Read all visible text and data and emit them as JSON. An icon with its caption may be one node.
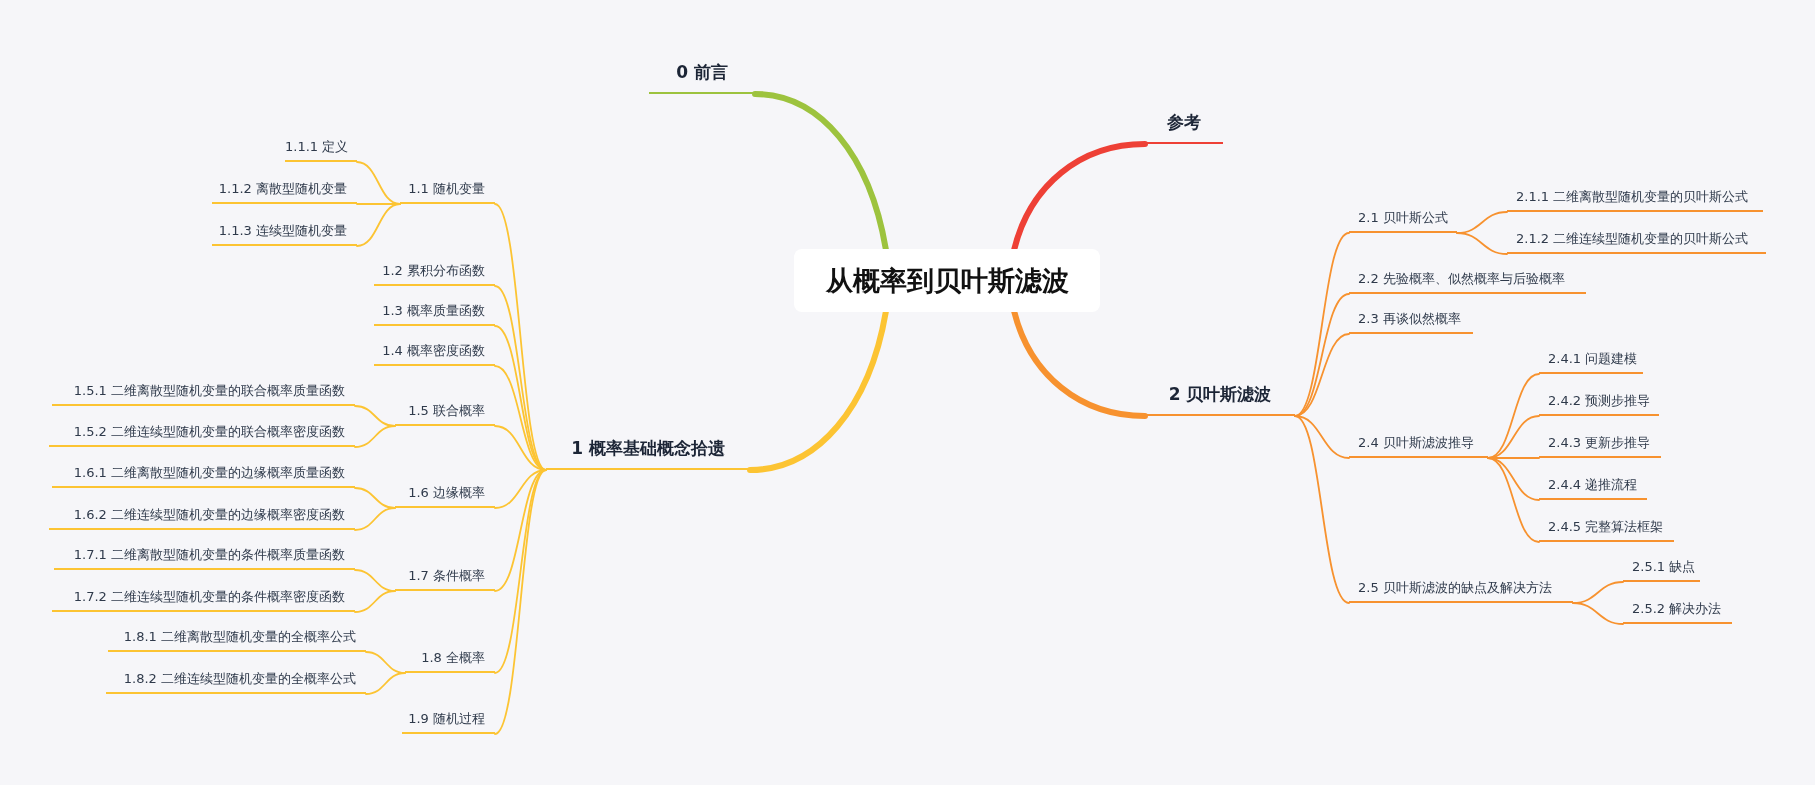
{
  "diagram": {
    "nodes": [
      {
        "text": [
          "从概率到贝叶斯滤波"
        ]
      },
      {
        "text": [
          "0 前言"
        ]
      },
      {
        "text": [
          "1 概率基础概念拾遗"
        ]
      },
      {
        "text": [
          "1.1 随机变量"
        ]
      },
      {
        "text": [
          "1.1.1 定义"
        ]
      },
      {
        "text": [
          "1.1.2 离散型随机变量"
        ]
      },
      {
        "text": [
          "1.1.3 连续型随机变量"
        ]
      },
      {
        "text": [
          "1.2 累积分布函数"
        ]
      },
      {
        "text": [
          "1.3 概率质量函数"
        ]
      },
      {
        "text": [
          "1.4 概率密度函数"
        ]
      },
      {
        "text": [
          "1.5 联合概率"
        ]
      },
      {
        "text": [
          "1.5.1 二维离散型随机变量的联合概率质量函数"
        ]
      },
      {
        "text": [
          "1.5.2 二维连续型随机变量的联合概率密度函数"
        ]
      },
      {
        "text": [
          "1.6 边缘概率"
        ]
      },
      {
        "text": [
          "1.6.1 二维离散型随机变量的边缘概率质量函数"
        ]
      },
      {
        "text": [
          "1.6.2 二维连续型随机变量的边缘概率密度函数"
        ]
      },
      {
        "text": [
          "1.7 条件概率"
        ]
      },
      {
        "text": [
          "1.7.1 二维离散型随机变量的条件概率质量函数"
        ]
      },
      {
        "text": [
          "1.7.2 二维连续型随机变量的条件概率密度函数"
        ]
      },
      {
        "text": [
          "1.8 全概率"
        ]
      },
      {
        "text": [
          "1.8.1 二维离散型随机变量的全概率公式"
        ]
      },
      {
        "text": [
          "1.8.2 二维连续型随机变量的全概率公式"
        ]
      },
      {
        "text": [
          "1.9 随机过程"
        ]
      },
      {
        "text": [
          "参考"
        ]
      },
      {
        "text": [
          "2 贝叶斯滤波"
        ]
      },
      {
        "text": [
          "2.1 贝叶斯公式"
        ]
      },
      {
        "text": [
          "2.1.1 二维离散型随机变量的贝叶斯公式"
        ]
      },
      {
        "text": [
          "2.1.2 二维连续型随机变量的贝叶斯公式"
        ]
      },
      {
        "text": [
          "2.2 先验概率、似然概率与后验概率"
        ]
      },
      {
        "text": [
          "2.3 再谈似然概率"
        ]
      },
      {
        "text": [
          "2.4 贝叶斯滤波推导"
        ]
      },
      {
        "text": [
          "2.4.1 问题建模"
        ]
      },
      {
        "text": [
          "2.4.2 预测步推导"
        ]
      },
      {
        "text": [
          "2.4.3 更新步推导"
        ]
      },
      {
        "text": [
          "2.4.4 递推流程"
        ]
      },
      {
        "text": [
          "2.4.5 完整算法框架"
        ]
      },
      {
        "text": [
          "2.5 贝叶斯滤波的缺点及解决方法"
        ]
      },
      {
        "text": [
          "2.5.1 缺点"
        ]
      },
      {
        "text": [
          "2.5.2 解决办法"
        ]
      }
    ],
    "edges": [
      {
        "from": 0,
        "to": 1,
        "arrow": "none",
        "style": "thick",
        "color": "#9dc33e"
      },
      {
        "from": 0,
        "to": 2,
        "arrow": "none",
        "style": "thick"
      },
      {
        "from": 2,
        "to": 3,
        "arrow": "none"
      },
      {
        "from": 3,
        "to": 4,
        "arrow": "none"
      },
      {
        "from": 3,
        "to": 5,
        "arrow": "none"
      },
      {
        "from": 3,
        "to": 6,
        "arrow": "none"
      },
      {
        "from": 2,
        "to": 7,
        "arrow": "none"
      },
      {
        "from": 2,
        "to": 8,
        "arrow": "none"
      },
      {
        "from": 2,
        "to": 9,
        "arrow": "none"
      },
      {
        "from": 2,
        "to": 10,
        "arrow": "none"
      },
      {
        "from": 10,
        "to": 11,
        "arrow": "none"
      },
      {
        "from": 10,
        "to": 12,
        "arrow": "none"
      },
      {
        "from": 2,
        "to": 13,
        "arrow": "none"
      },
      {
        "from": 13,
        "to": 14,
        "arrow": "none"
      },
      {
        "from": 13,
        "to": 15,
        "arrow": "none"
      },
      {
        "from": 2,
        "to": 16,
        "arrow": "none"
      },
      {
        "from": 16,
        "to": 17,
        "arrow": "none"
      },
      {
        "from": 16,
        "to": 18,
        "arrow": "none"
      },
      {
        "from": 2,
        "to": 19,
        "arrow": "none"
      },
      {
        "from": 19,
        "to": 20,
        "arrow": "none"
      },
      {
        "from": 19,
        "to": 21,
        "arrow": "none"
      },
      {
        "from": 2,
        "to": 22,
        "arrow": "none"
      },
      {
        "from": 0,
        "to": 23,
        "arrow": "none",
        "style": "thick",
        "color": "#ee4036"
      },
      {
        "from": 0,
        "to": 24,
        "arrow": "none",
        "style": "thick",
        "color": "#f7922f"
      },
      {
        "from": 24,
        "to": 25,
        "arrow": "none",
        "color": "#f7922f"
      },
      {
        "from": 25,
        "to": 26,
        "arrow": "none",
        "color": "#f7922f"
      },
      {
        "from": 25,
        "to": 27,
        "arrow": "none",
        "color": "#f7922f"
      },
      {
        "from": 24,
        "to": 28,
        "arrow": "none",
        "color": "#f7922f"
      },
      {
        "from": 24,
        "to": 29,
        "arrow": "none",
        "color": "#f7922f"
      },
      {
        "from": 24,
        "to": 30,
        "arrow": "none",
        "color": "#f7922f"
      },
      {
        "from": 30,
        "to": 31,
        "arrow": "none",
        "color": "#f7922f"
      },
      {
        "from": 30,
        "to": 32,
        "arrow": "none",
        "color": "#f7922f"
      },
      {
        "from": 30,
        "to": 33,
        "arrow": "none",
        "color": "#f7922f"
      },
      {
        "from": 30,
        "to": 34,
        "arrow": "none",
        "color": "#f7922f"
      },
      {
        "from": 30,
        "to": 35,
        "arrow": "none",
        "color": "#f7922f"
      },
      {
        "from": 24,
        "to": 36,
        "arrow": "none",
        "color": "#f7922f"
      },
      {
        "from": 36,
        "to": 37,
        "arrow": "none",
        "color": "#f7922f"
      },
      {
        "from": 36,
        "to": 38,
        "arrow": "none",
        "color": "#f7922f"
      }
    ]
  }
}
